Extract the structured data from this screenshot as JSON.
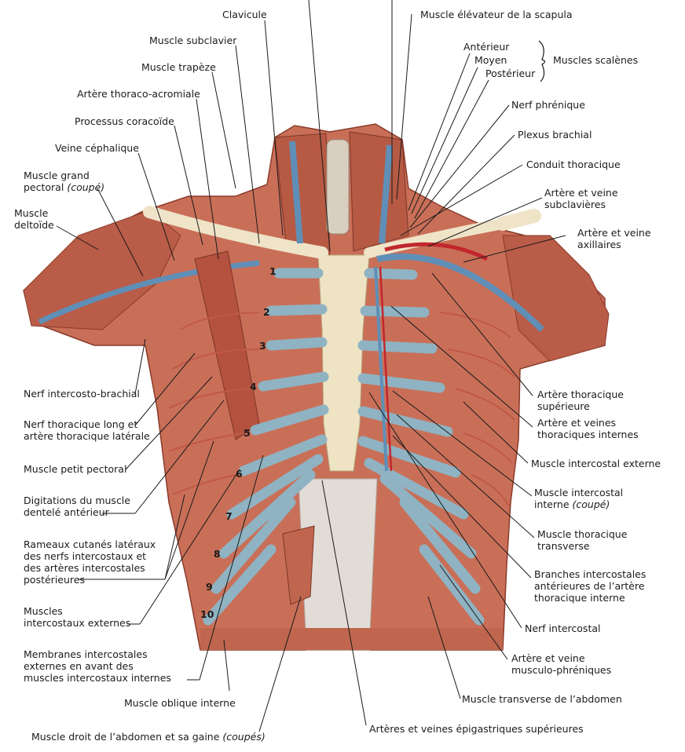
{
  "labels_left": [
    {
      "id": "clavicule",
      "text": "Clavicule"
    },
    {
      "id": "muscle-subclavier",
      "text": "Muscle subclavier"
    },
    {
      "id": "muscle-trapeze",
      "text": "Muscle trapèze"
    },
    {
      "id": "artere-thoraco-acromiale",
      "text": "Artère thoraco-acromiale"
    },
    {
      "id": "processus-coracoide",
      "text": "Processus coracoïde"
    },
    {
      "id": "veine-cephalique",
      "text": "Veine céphalique"
    },
    {
      "id": "grand-pectoral",
      "lines": [
        "Muscle grand",
        "pectoral"
      ],
      "italic": "(coupé)"
    },
    {
      "id": "deltoide",
      "lines": [
        "Muscle",
        "deltoïde"
      ]
    },
    {
      "id": "nerf-intercosto-brachial",
      "text": "Nerf intercosto-brachial"
    },
    {
      "id": "nerf-thoracique-long",
      "lines": [
        "Nerf thoracique long et",
        "artère thoracique latérale"
      ]
    },
    {
      "id": "petit-pectoral",
      "text": "Muscle petit pectoral"
    },
    {
      "id": "dentele-anterieur",
      "lines": [
        "Digitations du muscle",
        "dentelé antérieur"
      ]
    },
    {
      "id": "rameaux-cutanes",
      "lines": [
        "Rameaux cutanés latéraux",
        "des nerfs intercostaux et",
        "des artères intercostales",
        "postérieures"
      ]
    },
    {
      "id": "intercostaux-externes",
      "lines": [
        "Muscles",
        "intercostaux externes"
      ]
    },
    {
      "id": "membranes-intercostales",
      "lines": [
        "Membranes intercostales",
        "externes en avant des",
        "muscles intercostaux internes"
      ]
    },
    {
      "id": "oblique-interne",
      "text": "Muscle oblique interne"
    },
    {
      "id": "droit-abdomen",
      "text": "Muscle droit de l’abdomen et sa gaine",
      "italic": "(coupés)"
    }
  ],
  "labels_right": [
    {
      "id": "elevateur-scapula",
      "text": "Muscle élévateur de la scapula"
    },
    {
      "id": "scalene-anterieur",
      "text": "Antérieur"
    },
    {
      "id": "scalene-moyen",
      "text": "Moyen"
    },
    {
      "id": "scalene-posterieur",
      "text": "Postérieur"
    },
    {
      "id": "muscles-scalenes",
      "text": "Muscles scalènes"
    },
    {
      "id": "nerf-phrenique",
      "text": "Nerf phrénique"
    },
    {
      "id": "plexus-brachial",
      "text": "Plexus brachial"
    },
    {
      "id": "conduit-thoracique",
      "text": "Conduit thoracique"
    },
    {
      "id": "subclavieres",
      "lines": [
        "Artère et veine",
        "subclavières"
      ]
    },
    {
      "id": "axillaires",
      "lines": [
        "Artère et veine",
        "axillaires"
      ]
    },
    {
      "id": "thoracique-superieure",
      "lines": [
        "Artère thoracique",
        "supérieure"
      ]
    },
    {
      "id": "thoraciques-internes",
      "lines": [
        "Artère et veines",
        "thoraciques internes"
      ]
    },
    {
      "id": "intercostal-externe",
      "text": "Muscle intercostal externe"
    },
    {
      "id": "intercostal-interne",
      "lines": [
        "Muscle intercostal",
        "interne"
      ],
      "italic": "(coupé)"
    },
    {
      "id": "thoracique-transverse",
      "lines": [
        "Muscle thoracique",
        "transverse"
      ]
    },
    {
      "id": "branches-intercostales",
      "lines": [
        "Branches intercostales",
        "antérieures de l’artère",
        "thoracique interne"
      ]
    },
    {
      "id": "nerf-intercostal",
      "text": "Nerf intercostal"
    },
    {
      "id": "musculo-phreniques",
      "lines": [
        "Artère et veine",
        "musculo-phréniques"
      ]
    },
    {
      "id": "transverse-abdomen",
      "text": "Muscle transverse de l’abdomen"
    },
    {
      "id": "epigastriques",
      "text": "Artères et veines épigastriques supérieures"
    }
  ],
  "rib_numbers": [
    "1",
    "2",
    "3",
    "4",
    "5",
    "6",
    "7",
    "8",
    "9",
    "10"
  ]
}
